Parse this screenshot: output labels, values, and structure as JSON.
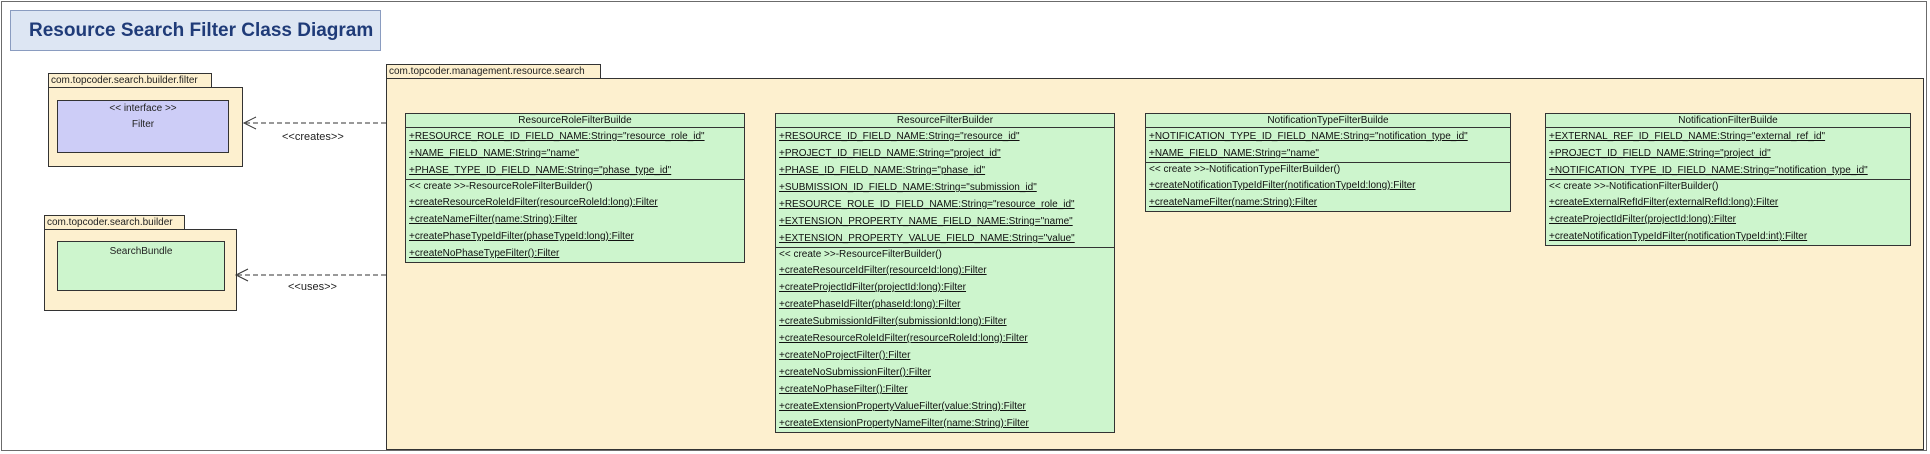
{
  "title": "Resource Search Filter Class Diagram",
  "packages": {
    "filter_pkg": "com.topcoder.search.builder.filter",
    "builder_pkg": "com.topcoder.search.builder",
    "resource_pkg": "com.topcoder.management.resource.search"
  },
  "external": {
    "filter": {
      "stereotype": "<< interface >>",
      "name": "Filter"
    },
    "search_bundle": {
      "name": "SearchBundle"
    }
  },
  "relations": {
    "creates": "<<creates>>",
    "uses": "<<uses>>"
  },
  "classes": {
    "resource_role": {
      "name": "ResourceRoleFilterBuilde",
      "attributes": [
        "+RESOURCE_ROLE_ID_FIELD_NAME:String=\"resource_role_id\"",
        "+NAME_FIELD_NAME:String=\"name\"",
        "+PHASE_TYPE_ID_FIELD_NAME:String=\"phase_type_id\""
      ],
      "operations": [
        "<< create >>-ResourceRoleFilterBuilder()",
        "+createResourceRoleIdFilter(resourceRoleId:long):Filter",
        "+createNameFilter(name:String):Filter",
        "+createPhaseTypeIdFilter(phaseTypeId:long):Filter",
        "+createNoPhaseTypeFilter():Filter"
      ]
    },
    "resource": {
      "name": "ResourceFilterBuilder",
      "attributes": [
        "+RESOURCE_ID_FIELD_NAME:String=\"resource_id\"",
        "+PROJECT_ID_FIELD_NAME:String=\"project_id\"",
        "+PHASE_ID_FIELD_NAME:String=\"phase_id\"",
        "+SUBMISSION_ID_FIELD_NAME:String=\"submission_id\"",
        "+RESOURCE_ROLE_ID_FIELD_NAME:String=\"resource_role_id\"",
        "+EXTENSION_PROPERTY_NAME_FIELD_NAME:String=\"name\"",
        "+EXTENSION_PROPERTY_VALUE_FIELD_NAME:String=\"value\""
      ],
      "operations": [
        "<< create >>-ResourceFilterBuilder()",
        "+createResourceIdFilter(resourceId:long):Filter",
        "+createProjectIdFilter(projectId:long):Filter",
        "+createPhaseIdFilter(phaseId:long):Filter",
        "+createSubmissionIdFilter(submissionId:long):Filter",
        "+createResourceRoleIdFilter(resourceRoleId:long):Filter",
        "+createNoProjectFilter():Filter",
        "+createNoSubmissionFilter():Filter",
        "+createNoPhaseFilter():Filter",
        "+createExtensionPropertyValueFilter(value:String):Filter",
        "+createExtensionPropertyNameFilter(name:String):Filter"
      ]
    },
    "notification_type": {
      "name": "NotificationTypeFilterBuilde",
      "attributes": [
        "+NOTIFICATION_TYPE_ID_FIELD_NAME:String=\"notification_type_id\"",
        "+NAME_FIELD_NAME:String=\"name\""
      ],
      "operations": [
        "<< create >>-NotificationTypeFilterBuilder()",
        "+createNotificationTypeIdFilter(notificationTypeId:long):Filter",
        "+createNameFilter(name:String):Filter"
      ]
    },
    "notification": {
      "name": "NotificationFilterBuilde",
      "attributes": [
        "+EXTERNAL_REF_ID_FIELD_NAME:String=\"external_ref_id\"",
        "+PROJECT_ID_FIELD_NAME:String=\"project_id\"",
        "+NOTIFICATION_TYPE_ID_FIELD_NAME:String=\"notification_type_id\""
      ],
      "operations": [
        "<< create >>-NotificationFilterBuilder()",
        "+createExternalRefIdFilter(externalRefId:long):Filter",
        "+createProjectIdFilter(projectId:long):Filter",
        "+createNotificationTypeIdFilter(notificationTypeId:int):Filter"
      ]
    }
  }
}
